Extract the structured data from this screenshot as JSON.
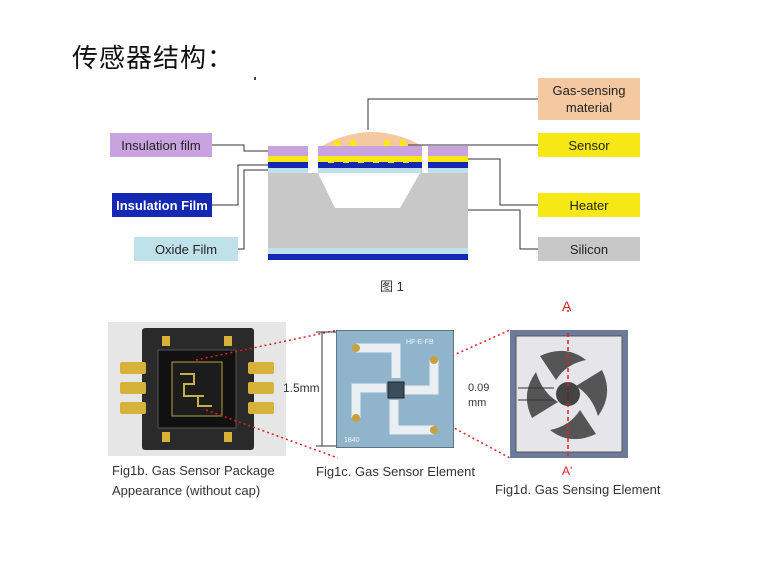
{
  "title": "传感器结构：",
  "figure1": {
    "caption": "图 1",
    "labels_left": [
      {
        "id": "insulation-film-top",
        "text": "Insulation film",
        "bg": "#c9a2e0",
        "fg": "#222"
      },
      {
        "id": "insulation-film-blue",
        "text": "Insulation Film",
        "bg": "#1428b4",
        "fg": "#ffffff"
      },
      {
        "id": "oxide-film",
        "text": "Oxide Film",
        "bg": "#bfe2ea",
        "fg": "#222"
      }
    ],
    "labels_right": [
      {
        "id": "gas-sensing-material",
        "line1": "Gas-sensing",
        "line2": "material",
        "bg": "#f4c8a0",
        "fg": "#222"
      },
      {
        "id": "sensor",
        "text": "Sensor",
        "bg": "#f5e815",
        "fg": "#222"
      },
      {
        "id": "heater",
        "text": "Heater",
        "bg": "#f5e815",
        "fg": "#222"
      },
      {
        "id": "silicon",
        "text": "Silicon",
        "bg": "#c8c8c8",
        "fg": "#222"
      }
    ],
    "colors": {
      "insulation": "#c9a2e0",
      "sensor": "#f5e815",
      "heater_blue": "#1428b4",
      "silicon": "#c8c8c8",
      "oxide": "#bfe2ea",
      "gas_material": "#f4c8a0"
    }
  },
  "photos": {
    "fig1b": {
      "line1": "Fig1b.  Gas Sensor Package",
      "line2": "Appearance (without cap)"
    },
    "fig1c": {
      "caption": "Fig1c.  Gas Sensor Element",
      "dimension": "1.5mm",
      "chip_mark_top": "HF-E-FB",
      "chip_mark_bottom": "1840"
    },
    "fig1d": {
      "caption": "Fig1d.  Gas Sensing Element",
      "dimension_line1": "0.09",
      "dimension_line2": "mm",
      "marker_top": "A",
      "marker_bottom": "A'"
    }
  }
}
